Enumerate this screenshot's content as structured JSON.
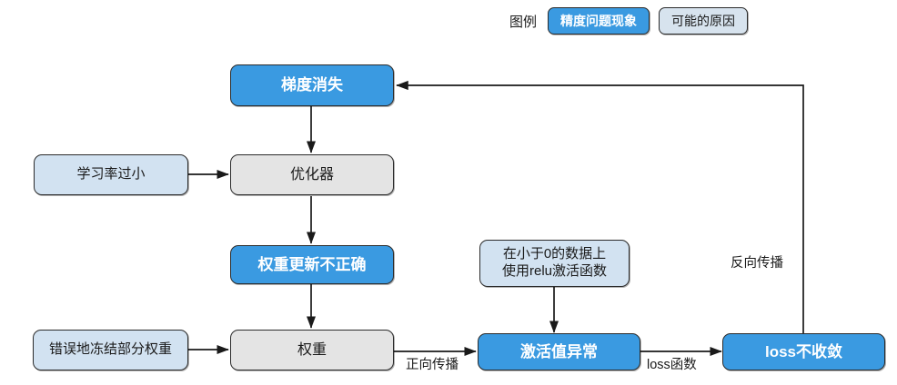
{
  "legend": {
    "title": "图例",
    "items": [
      {
        "label": "精度问题现象",
        "style": "blue"
      },
      {
        "label": "可能的原因",
        "style": "lightblue"
      }
    ]
  },
  "nodes": {
    "gradient_vanishing": "梯度消失",
    "optimizer": "优化器",
    "learning_rate_too_small": "学习率过小",
    "weight_update_incorrect": "权重更新不正确",
    "freeze_weights_wrongly": "错误地冻结部分权重",
    "weights": "权重",
    "relu_on_negative": "在小于0的数据上\n使用relu激活函数",
    "activation_abnormal": "激活值异常",
    "loss_not_converging": "loss不收敛"
  },
  "edge_labels": {
    "forward_propagation": "正向传播",
    "loss_function": "loss函数",
    "back_propagation": "反向传播"
  },
  "colors": {
    "blue": "#3a9ae1",
    "light_blue": "#d2e2f1",
    "gray": "#e4e4e4",
    "stroke": "#2b2b2b",
    "background": "#ffffff"
  }
}
